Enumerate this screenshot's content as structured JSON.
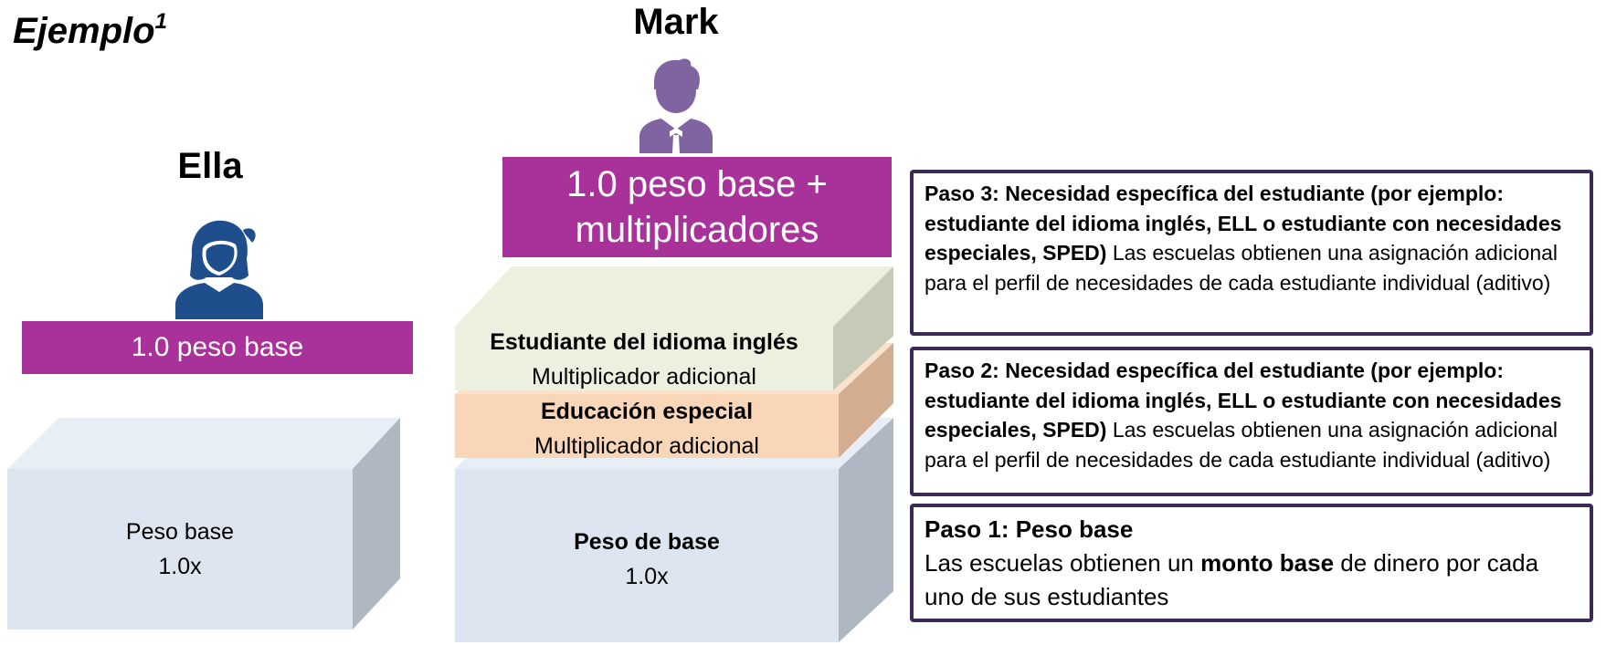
{
  "title": {
    "text": "Ejemplo",
    "superscript": "1"
  },
  "ella": {
    "name": "Ella",
    "band": "1.0 peso base",
    "cube_line1": "Peso base",
    "cube_line2": "1.0x"
  },
  "mark": {
    "name": "Mark",
    "band_line1": "1.0 peso base +",
    "band_line2": "multiplicadores",
    "ell_title": "Estudiante del idioma inglés",
    "ell_sub": "Multiplicador adicional",
    "sped_title": "Educación especial",
    "sped_sub": "Multiplicador adicional",
    "base_title": "Peso de base",
    "base_value": "1.0x"
  },
  "steps": {
    "step3_bold": "Paso 3: Necesidad específica del estudiante (por ejemplo: estudiante del idioma inglés, ELL o estudiante con necesidades especiales, SPED)",
    "step3_text": " Las escuelas obtienen una asignación adicional para el perfil de necesidades de cada estudiante individual (aditivo)",
    "step2_bold": "Paso 2: Necesidad específica del estudiante (por ejemplo: estudiante del idioma inglés, ELL o estudiante con necesidades especiales, SPED)",
    "step2_text": " Las escuelas obtienen una asignación adicional para el perfil de necesidades de cada estudiante individual (aditivo)",
    "step1_title": "Paso 1: Peso base",
    "step1_pre": "Las escuelas obtienen un ",
    "step1_bold": "monto base",
    "step1_post": " de dinero por cada uno de sus estudiantes"
  },
  "colors": {
    "band": "#a8329a",
    "cube_front": "#dce5f0",
    "cube_top": "#e8eef6",
    "cube_side": "#aeb7c2",
    "ell_front": "#ebf1de",
    "ell_side": "#c5cbb8",
    "sped_front": "#fad6b8",
    "sped_side": "#d2ad90",
    "person_ella": "#1f4e8c",
    "person_mark": "#8064a2",
    "box_border": "#3b2a55"
  },
  "icons": {
    "ella": "female-person-icon",
    "mark": "male-person-icon"
  }
}
